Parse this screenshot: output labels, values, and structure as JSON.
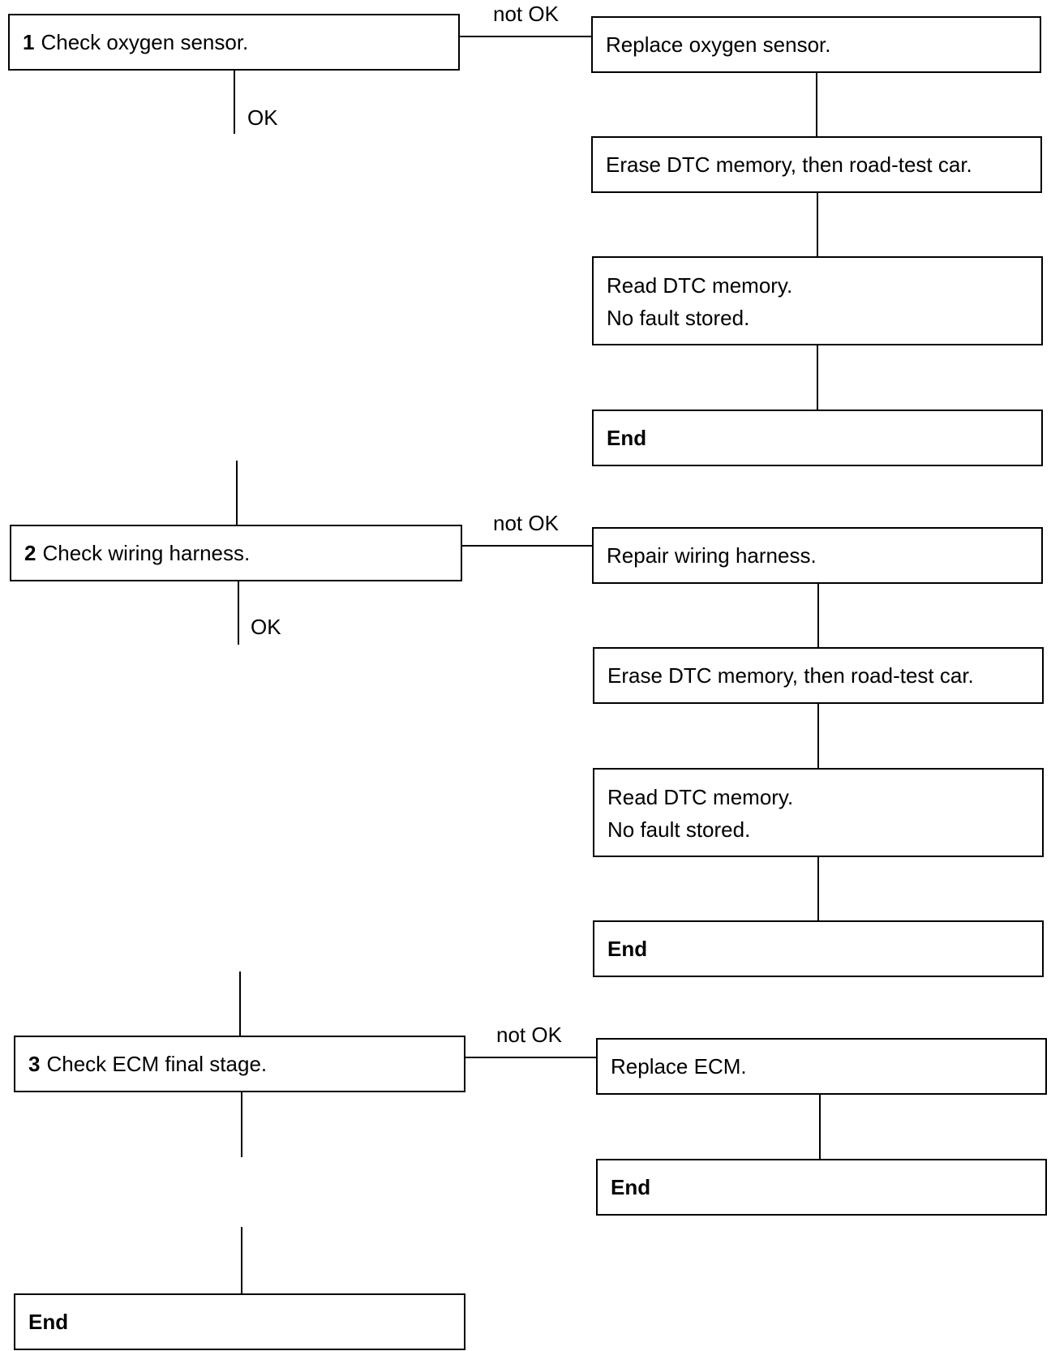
{
  "labels": {
    "not_ok": "not OK",
    "ok": "OK"
  },
  "steps": [
    {
      "number": "1",
      "text": "Check oxygen sensor.",
      "branch": [
        {
          "text": "Replace oxygen sensor."
        },
        {
          "text": "Erase DTC memory, then road-test car."
        },
        {
          "line1": "Read DTC memory.",
          "line2": "No fault stored."
        },
        {
          "text": "End"
        }
      ]
    },
    {
      "number": "2",
      "text": "Check wiring harness.",
      "branch": [
        {
          "text": "Repair wiring harness."
        },
        {
          "text": "Erase DTC memory, then road-test car."
        },
        {
          "line1": "Read DTC memory.",
          "line2": "No fault stored."
        },
        {
          "text": "End"
        }
      ]
    },
    {
      "number": "3",
      "text": "Check ECM final stage.",
      "branch": [
        {
          "text": "Replace ECM."
        },
        {
          "text": "End"
        }
      ]
    }
  ],
  "final": {
    "text": "End"
  }
}
